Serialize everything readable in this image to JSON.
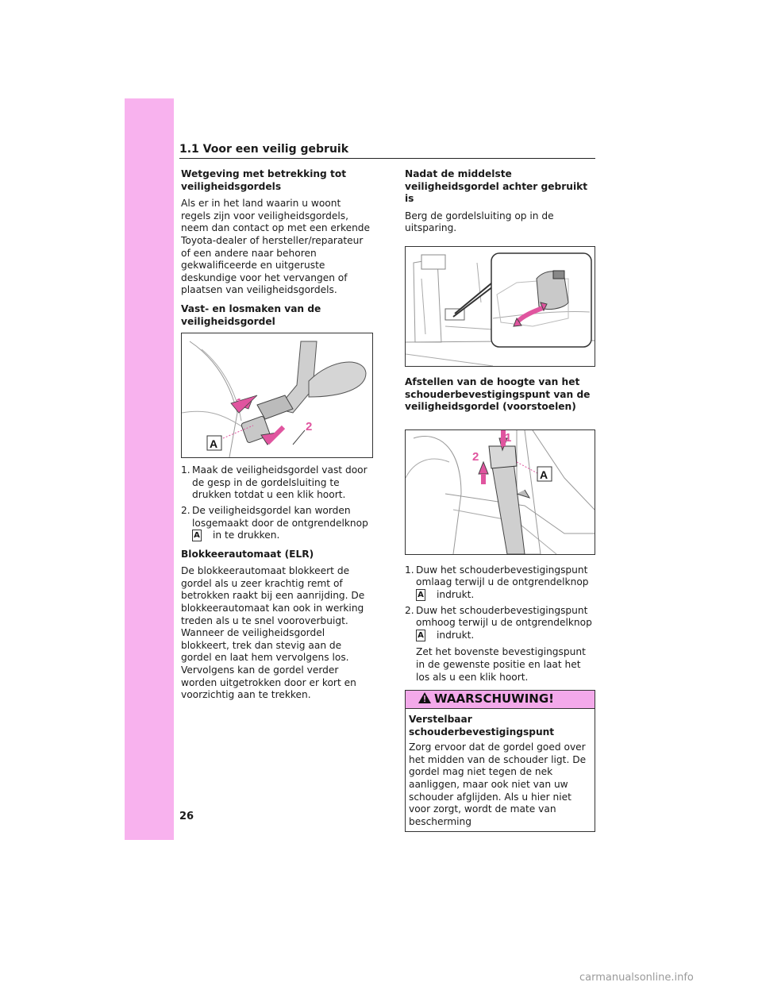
{
  "header": {
    "section_title": "1.1 Voor een veilig gebruik"
  },
  "left": {
    "h1": "Wetgeving met betrekking tot veiligheidsgordels",
    "p1": "Als er in het land waarin u woont regels zijn voor veiligheidsgordels, neem dan contact op met een erkende Toyota-dealer of hersteller/reparateur of een andere naar behoren gekwalificeerde en uitgeruste deskundige voor het vervangen of plaatsen van veiligheidsgordels.",
    "h2": "Vast- en losmaken van de veiligheidsgordel",
    "figure_labels": {
      "one": "1",
      "two": "2",
      "a": "A"
    },
    "steps": [
      {
        "num": "1.",
        "text": "Maak de veiligheidsgordel vast door de gesp in de gordelsluiting te drukken totdat u een klik hoort."
      },
      {
        "num": "2.",
        "text_before": "De veiligheidsgordel kan worden losgemaakt door de ontgrendelknop",
        "box": "A",
        "text_after": "in te drukken."
      }
    ],
    "h3": "Blokkeerautomaat (ELR)",
    "p3": "De blokkeerautomaat blokkeert de gordel als u zeer krachtig remt of betrokken raakt bij een aanrijding. De blokkeerautomaat kan ook in werking treden als u te snel vooroverbuigt. Wanneer de veiligheidsgordel blokkeert, trek dan stevig aan de gordel en laat hem vervolgens los. Vervolgens kan de gordel verder worden uitgetrokken door er kort en voorzichtig aan te trekken."
  },
  "right": {
    "h1": "Nadat de middelste veiligheidsgordel achter gebruikt is",
    "p1": "Berg de gordelsluiting op in de uitsparing.",
    "h2": "Afstellen van de hoogte van het schouderbevestigingspunt van de veiligheidsgordel (voorstoelen)",
    "figure_labels": {
      "one": "1",
      "two": "2",
      "a": "A"
    },
    "steps": [
      {
        "num": "1.",
        "text_before": "Duw het schouderbevestigingspunt omlaag terwijl u de ontgrendelknop",
        "box": "A",
        "text_after": "indrukt."
      },
      {
        "num": "2.",
        "text_before": "Duw het schouderbevestigingspunt omhoog terwijl u de ontgrendelknop",
        "box": "A",
        "text_after": "indrukt.",
        "extra": "Zet het bovenste bevestigingspunt in de gewenste positie en laat het los als u een klik hoort."
      }
    ],
    "warning": {
      "title": "WAARSCHUWING!",
      "subtitle": "Verstelbaar schouderbevestigingspunt",
      "text": "Zorg ervoor dat de gordel goed over het midden van de schouder ligt. De gordel mag niet tegen de nek aanliggen, maar ook niet van uw schouder afglijden. Als u hier niet voor zorgt, wordt de mate van bescherming"
    }
  },
  "page_number": "26",
  "watermark": "carmanualsonline.info",
  "colors": {
    "accent_pink": "#f8b2ee",
    "arrow_pink": "#e0559f"
  }
}
